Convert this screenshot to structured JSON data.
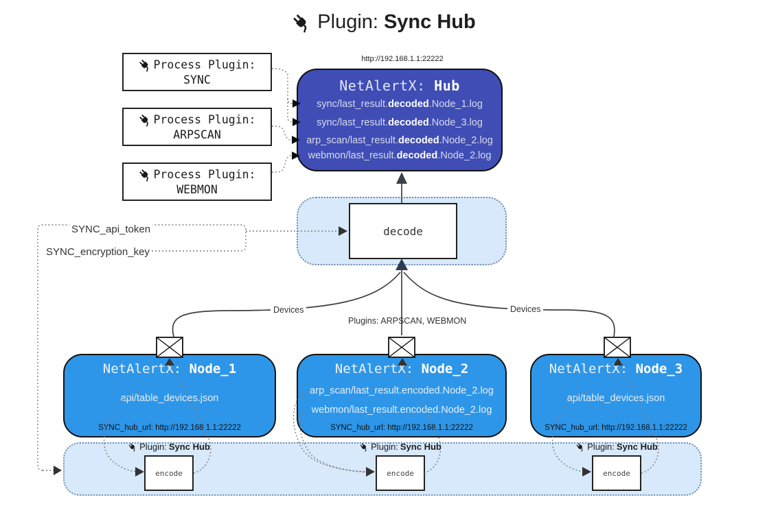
{
  "title": {
    "prefix": "Plugin:",
    "name": "Sync Hub"
  },
  "hub": {
    "url": "http://192.168.1.1:22222",
    "name_prefix": "NetAlertX:",
    "name": "Hub",
    "rows": [
      {
        "pre": "sync/last_result.",
        "bold": "decoded",
        "post": ".Node_1.log"
      },
      {
        "pre": "sync/last_result.",
        "bold": "decoded",
        "post": ".Node_3.log"
      },
      {
        "pre": "arp_scan/last_result.",
        "bold": "decoded",
        "post": ".Node_2.log"
      },
      {
        "pre": "webmon/last_result.",
        "bold": "decoded",
        "post": ".Node_2.log"
      }
    ]
  },
  "process_plugins": [
    {
      "label": "Process Plugin:",
      "name": "SYNC"
    },
    {
      "label": "Process Plugin:",
      "name": "ARPSCAN"
    },
    {
      "label": "Process Plugin:",
      "name": "WEBMON"
    }
  ],
  "decode_label": "decode",
  "config": {
    "api_token": "SYNC_api_token",
    "encryption_key": "SYNC_encryption_key"
  },
  "edge_labels": {
    "devices_left": "Devices",
    "devices_right": "Devices",
    "plugins": "Plugins: ARPSCAN, WEBMON"
  },
  "nodes": [
    {
      "name_prefix": "NetAlertX:",
      "name": "Node_1",
      "files": [
        "api/table_devices.json"
      ],
      "hub_url": "SYNC_hub_url: http://192.168.1.1:22222"
    },
    {
      "name_prefix": "NetAlertX:",
      "name": "Node_2",
      "files": [
        "arp_scan/last_result.encoded.Node_2.log",
        "webmon/last_result.encoded.Node_2.log"
      ],
      "hub_url": "SYNC_hub_url: http://192.168.1.1:22222"
    },
    {
      "name_prefix": "NetAlertX:",
      "name": "Node_3",
      "files": [
        "api/table_devices.json"
      ],
      "hub_url": "SYNC_hub_url: http://192.168.1.1:22222"
    }
  ],
  "encode": {
    "box_label": "encode",
    "plugin_prefix": "Plugin:",
    "plugin_name": "Sync Hub"
  },
  "colors": {
    "hub_bg": "#3F4DB5",
    "node_bg": "#2E96E8",
    "container_bg": "#D8E9FB",
    "dotted_container_border": "#6E8CA8",
    "line": "#3F3F3F",
    "dotted_line": "#808080",
    "text_on_blue": "#E4EFFA",
    "bold_text_on_blue": "#FFFFFF"
  }
}
